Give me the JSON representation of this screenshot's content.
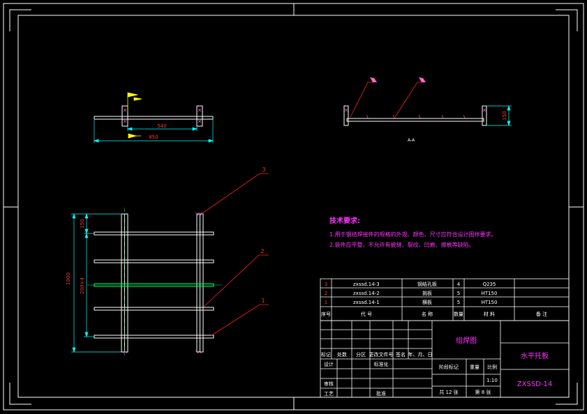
{
  "dimensions": {
    "top_inner": "540",
    "top_overall": "850",
    "side_height": "150",
    "left_top": "150",
    "left_pitch": "200×4",
    "left_total": "1000"
  },
  "section_label": "A-A",
  "balloons": [
    "3",
    "2",
    "1"
  ],
  "tech": {
    "title": "技术要求:",
    "lines": [
      "1.用于钢结焊接件的规格的外观、颜色、尺寸应符合设计图样要求。",
      "2.装件应平整、不允许有披缝、裂纹、凹痕、擦痕等缺陷。"
    ]
  },
  "bom": {
    "header": {
      "no": "序号",
      "code": "代        号",
      "name": "名    称",
      "qty": "数量",
      "material": "材        料",
      "remark": "备    注"
    },
    "rows": [
      {
        "no": "3",
        "code": "zxssd.14-3",
        "name": "钢结孔板",
        "qty": "4",
        "material": "Q235"
      },
      {
        "no": "2",
        "code": "zxssd.14-2",
        "name": "挑板",
        "qty": "5",
        "material": "HT150"
      },
      {
        "no": "1",
        "code": "zxssd.14-1",
        "name": "横板",
        "qty": "5",
        "material": "HT150"
      }
    ]
  },
  "title_block": {
    "assembly": "组焊图",
    "part_name": "水平托板",
    "drawing_no": "ZXSSD-14",
    "labels": {
      "mark": "标记",
      "count": "处数",
      "zone": "分区",
      "change_doc": "更改文件号",
      "sign": "签名",
      "date": "年、月、日",
      "design": "设计",
      "standard": "标准化",
      "stage": "阶段标记",
      "weight": "重量",
      "scale": "比例",
      "check": "审核",
      "process": "工艺",
      "approve": "批准"
    },
    "scale_value": "1:10",
    "sheets_total": "共  12  张",
    "sheet_no": "第  8  张"
  }
}
